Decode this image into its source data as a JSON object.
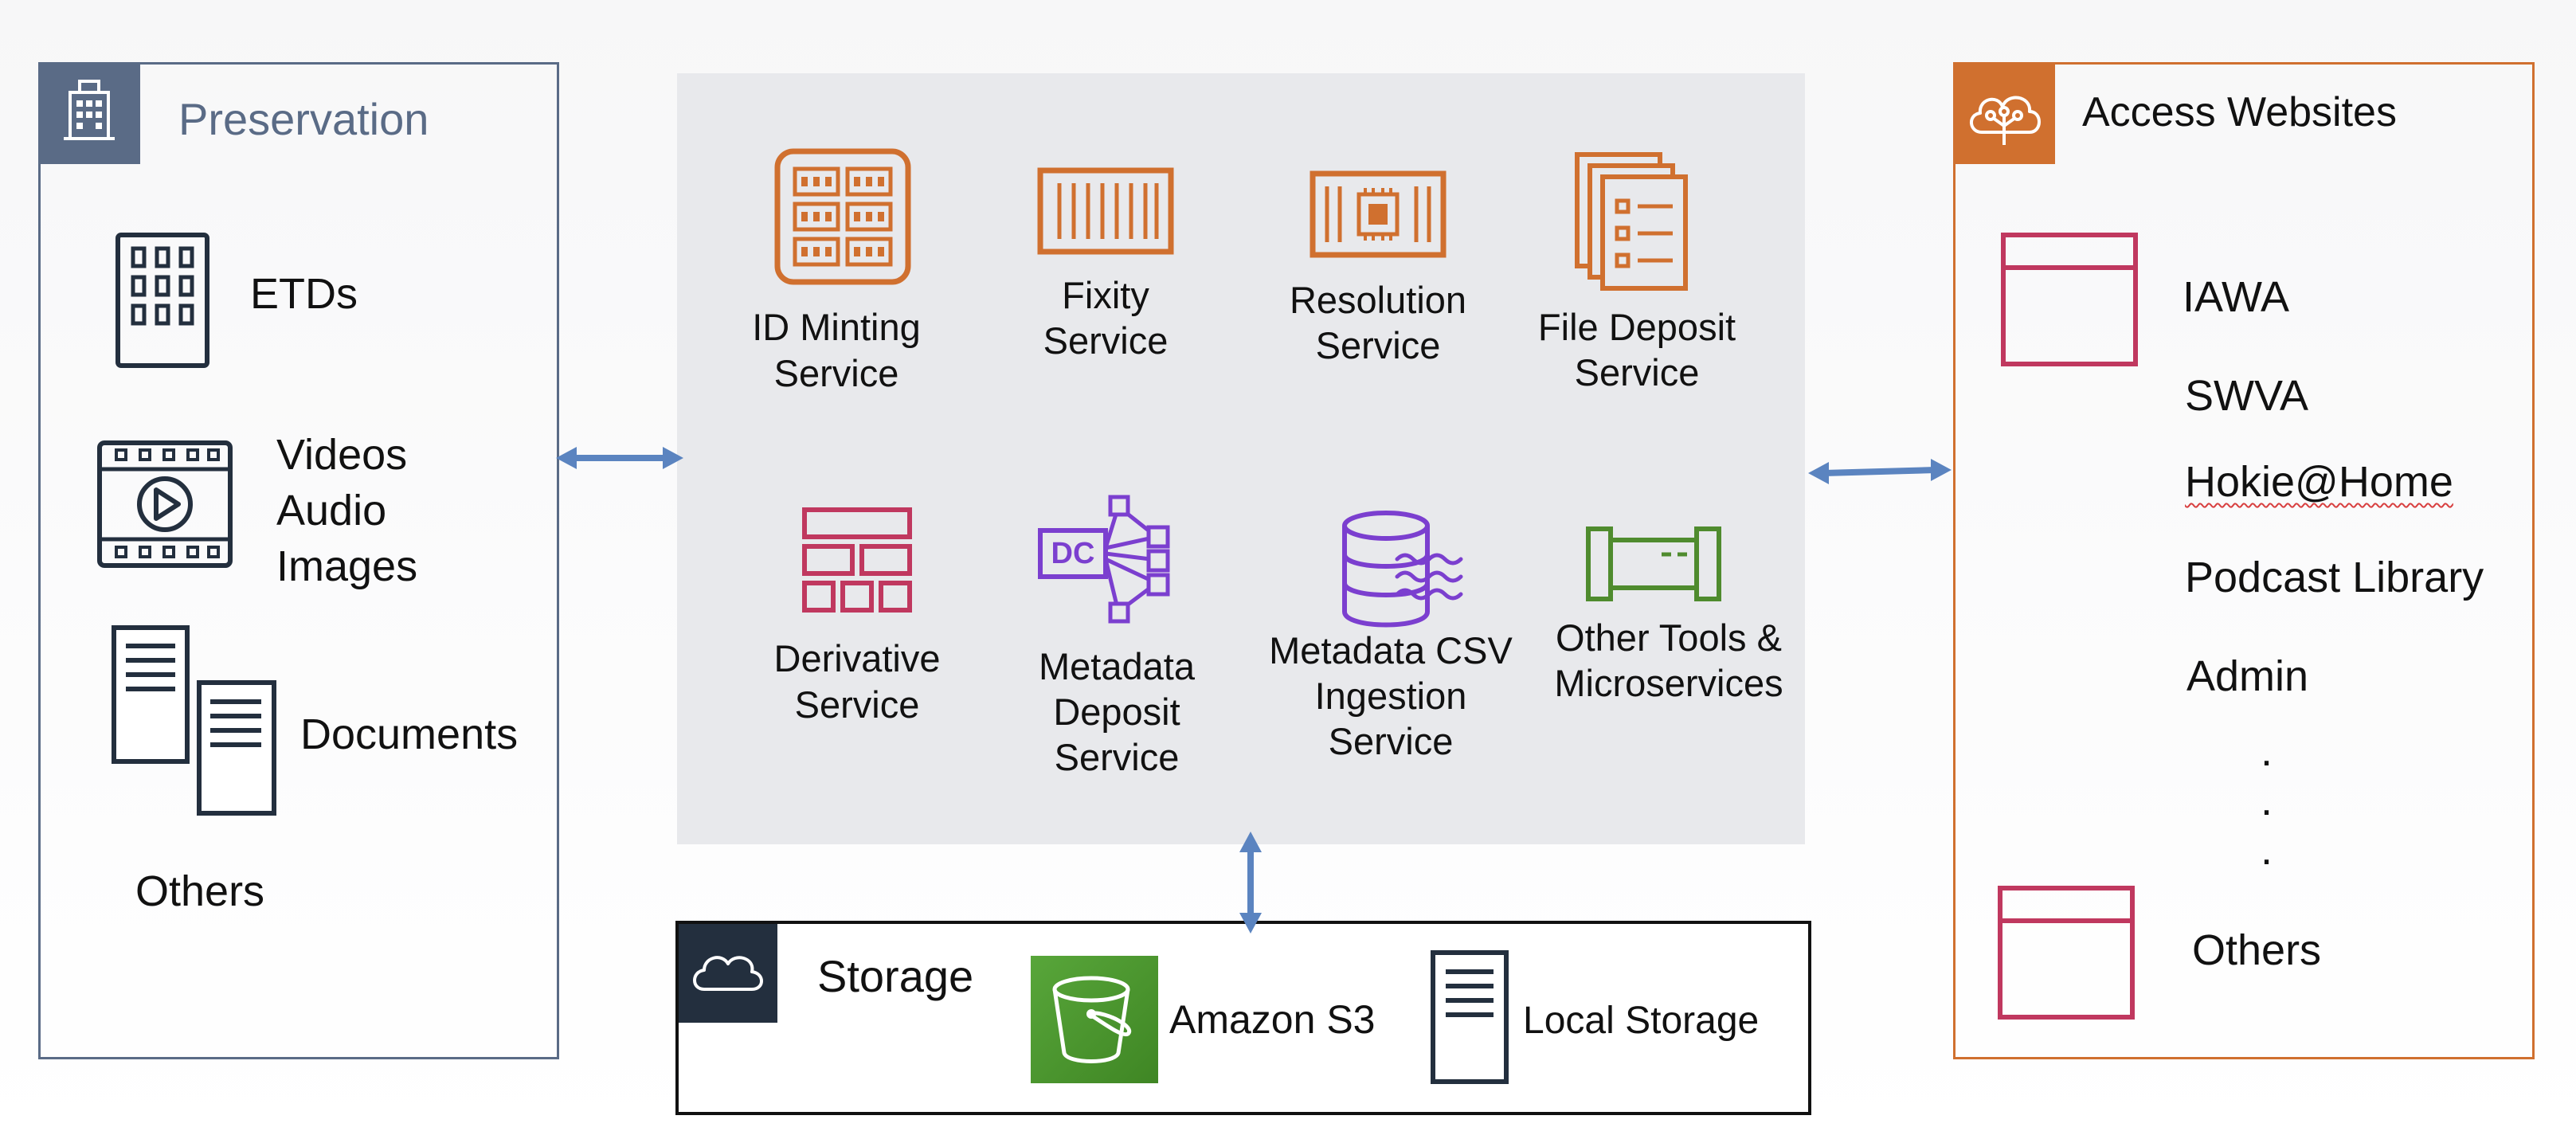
{
  "preservation": {
    "title": "Preservation",
    "icon": "building-icon",
    "color": "#5a6b86",
    "items": [
      {
        "label": "ETDs",
        "icon": "building-grid-icon"
      },
      {
        "label_lines": [
          "Videos",
          "Audio",
          "Images"
        ],
        "icon": "video-player-icon"
      },
      {
        "label": "Documents",
        "icon": "documents-icon"
      },
      {
        "label": "Others"
      }
    ]
  },
  "services": {
    "background": "#e8e9ec",
    "items": [
      {
        "label_lines": [
          "ID Minting",
          "Service"
        ],
        "icon": "grid-boxes-icon",
        "color": "#d0702f"
      },
      {
        "label_lines": [
          "Fixity",
          "Service"
        ],
        "icon": "container-icon",
        "color": "#d0702f"
      },
      {
        "label_lines": [
          "Resolution",
          "Service"
        ],
        "icon": "chip-container-icon",
        "color": "#d0702f"
      },
      {
        "label_lines": [
          "File Deposit",
          "Service"
        ],
        "icon": "file-stack-icon",
        "color": "#d0702f"
      },
      {
        "label_lines": [
          "Derivative",
          "Service"
        ],
        "icon": "brick-wall-icon",
        "color": "#c0385f"
      },
      {
        "label_lines": [
          "Metadata",
          "Deposit",
          "Service"
        ],
        "icon": "dc-network-icon",
        "color": "#7b3fcf",
        "icon_text": "DC"
      },
      {
        "label_lines": [
          "Metadata CSV",
          "Ingestion",
          "Service"
        ],
        "icon": "database-stream-icon",
        "color": "#7b3fcf"
      },
      {
        "label_lines": [
          "Other Tools &",
          "Microservices"
        ],
        "icon": "pipe-icon",
        "color": "#4f8b2e"
      }
    ]
  },
  "access": {
    "title": "Access Websites",
    "icon": "cloud-tree-icon",
    "color": "#d0702f",
    "items": [
      "IAWA",
      "SWVA",
      "Hokie@Home",
      "Podcast Library",
      "Admin"
    ],
    "ellipsis": [
      ".",
      ".",
      "."
    ],
    "others": "Others",
    "window_icon": "browser-window-icon",
    "window_color": "#c0385f"
  },
  "storage": {
    "title": "Storage",
    "icon": "cloud-icon",
    "items": [
      {
        "label": "Amazon S3",
        "icon": "bucket-icon",
        "color": "#3f8624"
      },
      {
        "label": "Local Storage",
        "icon": "server-icon"
      }
    ]
  },
  "connectors": {
    "color": "#5b84c0",
    "items": [
      "arrow-preservation-services",
      "arrow-services-access",
      "arrow-services-storage"
    ]
  }
}
